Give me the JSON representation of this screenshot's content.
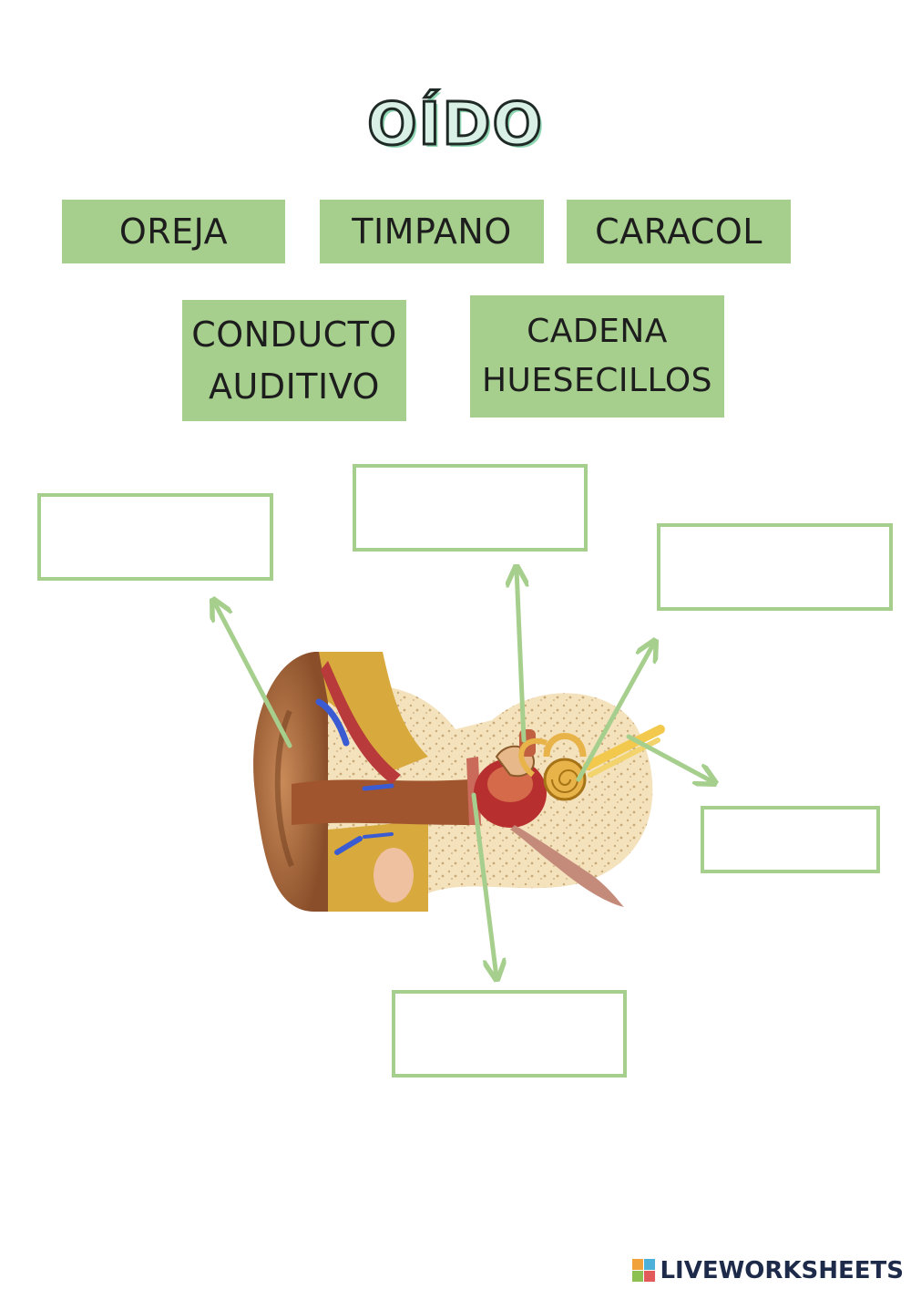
{
  "title": "OÍDO",
  "word_bank": [
    "OREJA",
    "TIMPANO",
    "CARACOL",
    "CONDUCTO\nAUDITIVO",
    "CADENA\nHUESECILLOS"
  ],
  "answer_boxes": [
    "",
    "",
    "",
    "",
    ""
  ],
  "illustration": "ear-anatomy-illustration",
  "colors": {
    "accent": "#a6cf8e",
    "title_fill": "#d9f0e6",
    "title_shadow": "#8fd6b3"
  },
  "footer": {
    "brand": "LIVEWORKSHEETS"
  }
}
